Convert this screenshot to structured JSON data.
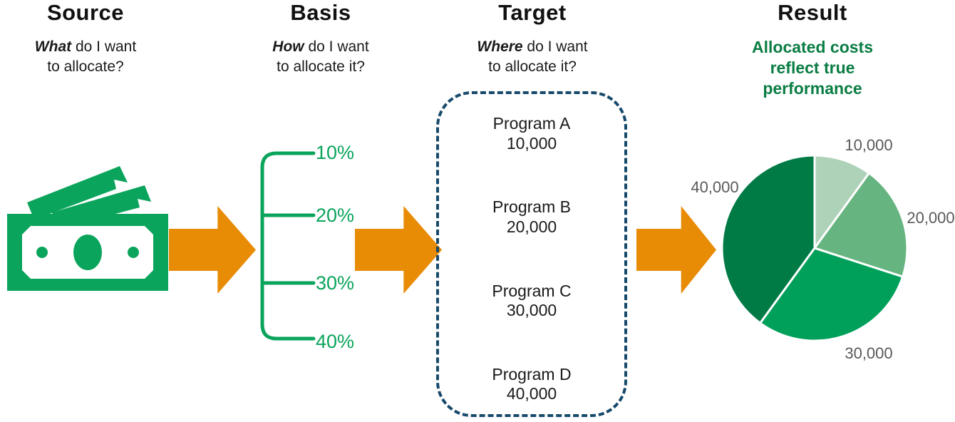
{
  "colors": {
    "green": "#0BA45C",
    "greenDark": "#0A7D44",
    "orange": "#E88B05",
    "navy": "#17496B",
    "gray": "#595959"
  },
  "columns": [
    {
      "title": "Source",
      "q_bold": "What",
      "q_rest": " do I want",
      "q_line2": "to allocate?"
    },
    {
      "title": "Basis",
      "q_bold": "How",
      "q_rest": " do I want",
      "q_line2": "to allocate it?"
    },
    {
      "title": "Target",
      "q_bold": "Where",
      "q_rest": " do I want",
      "q_line2": "to allocate it?"
    },
    {
      "title": "Result",
      "subtitle": "Allocated costs reflect true performance"
    }
  ],
  "basis": {
    "percentages": [
      "10%",
      "20%",
      "30%",
      "40%"
    ]
  },
  "target": {
    "programs": [
      {
        "name": "Program A",
        "value": "10,000"
      },
      {
        "name": "Program B",
        "value": "20,000"
      },
      {
        "name": "Program C",
        "value": "30,000"
      },
      {
        "name": "Program D",
        "value": "40,000"
      }
    ]
  },
  "chart_data": {
    "type": "pie",
    "title": "Result",
    "labels": [
      "10,000",
      "20,000",
      "30,000",
      "40,000"
    ],
    "values": [
      10000,
      20000,
      30000,
      40000
    ],
    "percent": [
      10,
      20,
      30,
      40
    ],
    "slice_colors": [
      "#AED2B8",
      "#66B480",
      "#00A05A",
      "#007B45"
    ],
    "start_angle_deg": 0,
    "direction": "clockwise",
    "label_color": "#595959",
    "legend_position": "none"
  }
}
